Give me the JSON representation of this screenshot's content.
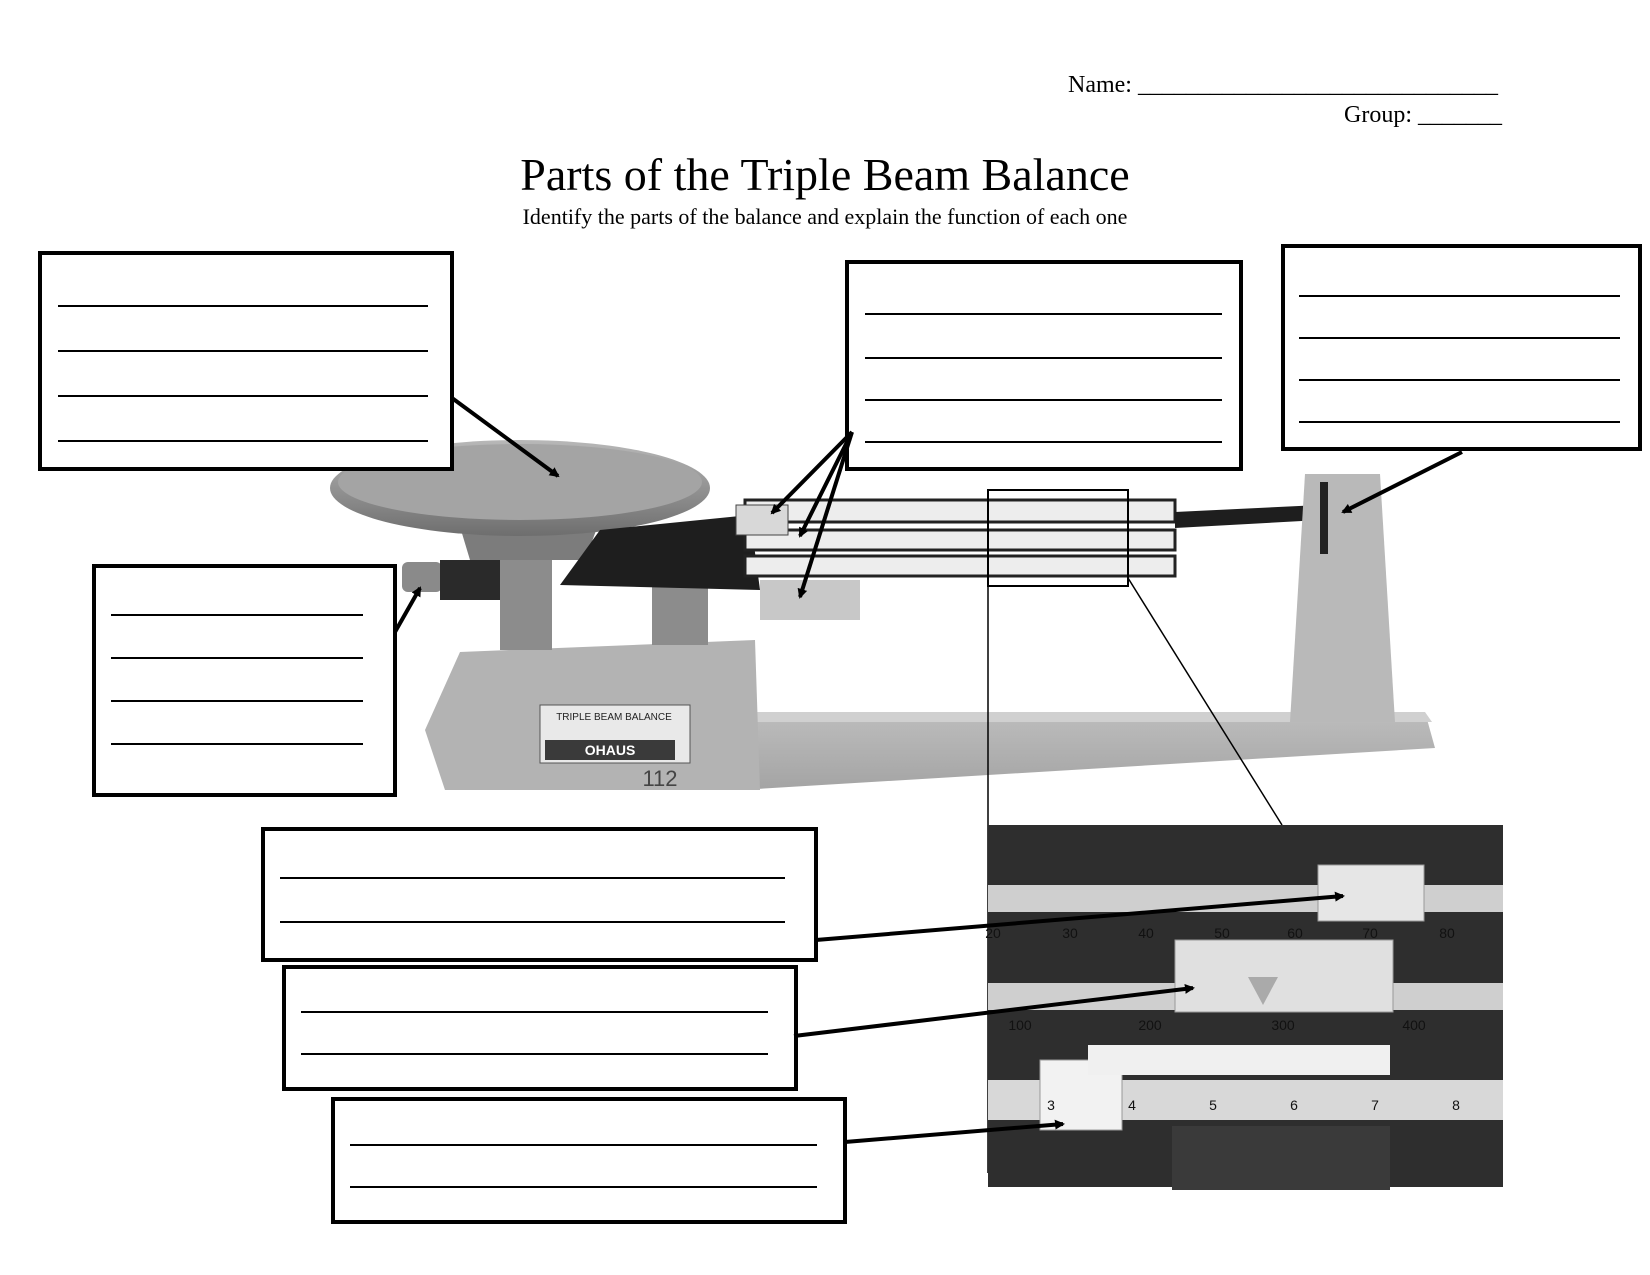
{
  "header": {
    "name_field": "Name: ______________________________",
    "group_field": "Group: _______"
  },
  "title": "Parts of the Triple Beam Balance",
  "subtitle": "Identify the parts of the balance and explain the function of each one",
  "balance_plate": {
    "model_label": "TRIPLE BEAM BALANCE",
    "brand": "OHAUS",
    "model_number": "112"
  },
  "scale_inset": {
    "beam_top_ticks": [
      "20",
      "30",
      "40",
      "50",
      "60",
      "70",
      "80"
    ],
    "beam_middle_ticks": [
      "100",
      "200",
      "300",
      "400"
    ],
    "beam_bottom_ticks": [
      "3",
      "4",
      "5",
      "6",
      "7",
      "8"
    ]
  },
  "answer_boxes": [
    {
      "target": "pan",
      "lines": 4
    },
    {
      "target": "beam riders",
      "lines": 4
    },
    {
      "target": "pointer",
      "lines": 4
    },
    {
      "target": "zero adjust knob",
      "lines": 4
    },
    {
      "target": "top rider",
      "lines": 2
    },
    {
      "target": "middle rider",
      "lines": 2
    },
    {
      "target": "bottom rider",
      "lines": 2
    }
  ]
}
